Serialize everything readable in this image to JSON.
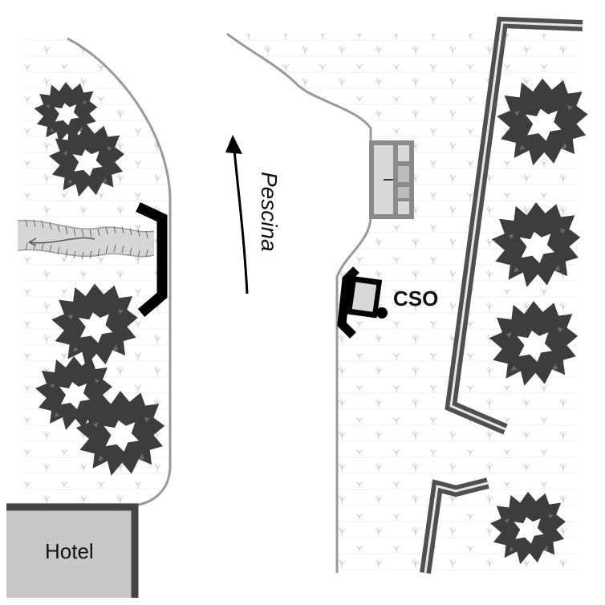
{
  "labels": {
    "river": "Pescina",
    "outfall": "CSO",
    "building": "Hotel"
  },
  "colors": {
    "tree": "#3d3d3d",
    "bank_line": "#9a9a9a",
    "wall": "#555555",
    "hotel_fill": "#c8c8c8",
    "structure": "#000000",
    "box": "#8c8c8c"
  },
  "icons": {
    "tree": "tree-icon",
    "grass": "grass-tuft-icon",
    "flow": "flow-arrow-icon"
  }
}
